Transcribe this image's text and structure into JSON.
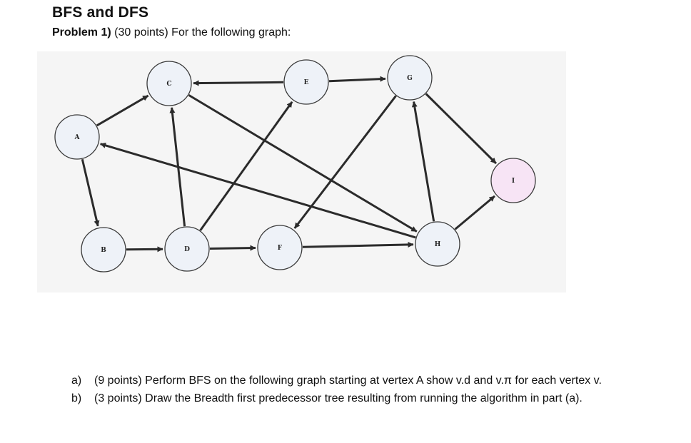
{
  "header": {
    "title": "BFS and DFS",
    "problem_bold": "Problem 1)",
    "problem_text": " (30 points)  For the following graph:"
  },
  "graph": {
    "node_fill": "#eef2f8",
    "highlight_fill": "#f7e4f5",
    "edge_color": "#2b2b2b",
    "nodes": [
      "A",
      "B",
      "C",
      "D",
      "E",
      "F",
      "G",
      "H",
      "I"
    ],
    "highlighted_node": "I",
    "edges": [
      [
        "A",
        "C"
      ],
      [
        "A",
        "B"
      ],
      [
        "E",
        "C"
      ],
      [
        "E",
        "G"
      ],
      [
        "D",
        "C"
      ],
      [
        "D",
        "E"
      ],
      [
        "C",
        "H"
      ],
      [
        "H",
        "A"
      ],
      [
        "G",
        "F"
      ],
      [
        "H",
        "G"
      ],
      [
        "G",
        "I"
      ],
      [
        "H",
        "I"
      ],
      [
        "B",
        "D"
      ],
      [
        "D",
        "F"
      ],
      [
        "F",
        "H"
      ]
    ]
  },
  "questions": [
    {
      "marker": "a)",
      "text": "(9 points) Perform BFS on the following graph starting at vertex A show v.d and v.π for each vertex v."
    },
    {
      "marker": "b)",
      "text": "(3 points) Draw the Breadth first predecessor tree resulting from running the algorithm in part (a)."
    }
  ]
}
